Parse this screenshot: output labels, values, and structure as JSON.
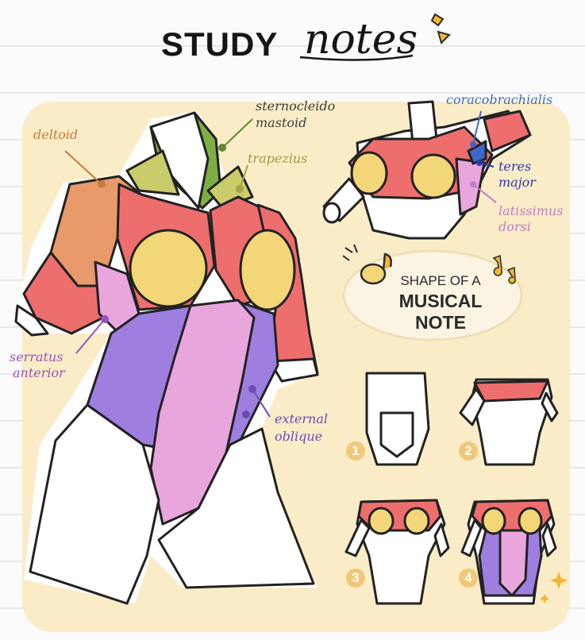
{
  "title": {
    "study": "STUDY",
    "notes": "notes"
  },
  "labels": {
    "deltoid": "deltoid",
    "sternocleido": "sternocleido",
    "mastoid": "mastoid",
    "trapezius": "trapezius",
    "coracobrachialis": "coracobrachialis",
    "teres": "teres",
    "major": "major",
    "latissimus": "latissimus",
    "dorsi": "dorsi",
    "serratus": "serratus",
    "anterior": "anterior",
    "external": "external",
    "oblique": "oblique"
  },
  "callout": {
    "line1": "SHAPE OF A",
    "line2": "MUSICAL NOTE"
  },
  "steps": [
    "1",
    "2",
    "3",
    "4"
  ],
  "colors": {
    "panel": "#fbecc8",
    "red": "#ee6e6e",
    "orange": "#e89a6a",
    "yellow": "#f3d678",
    "purple": "#9e7fe0",
    "pink": "#e9a6dd",
    "green": "#7fae45",
    "label_orange": "#c97b3c",
    "label_blue": "#3f68c9",
    "label_purple": "#9553b8",
    "label_dark": "#3d3d3d"
  }
}
